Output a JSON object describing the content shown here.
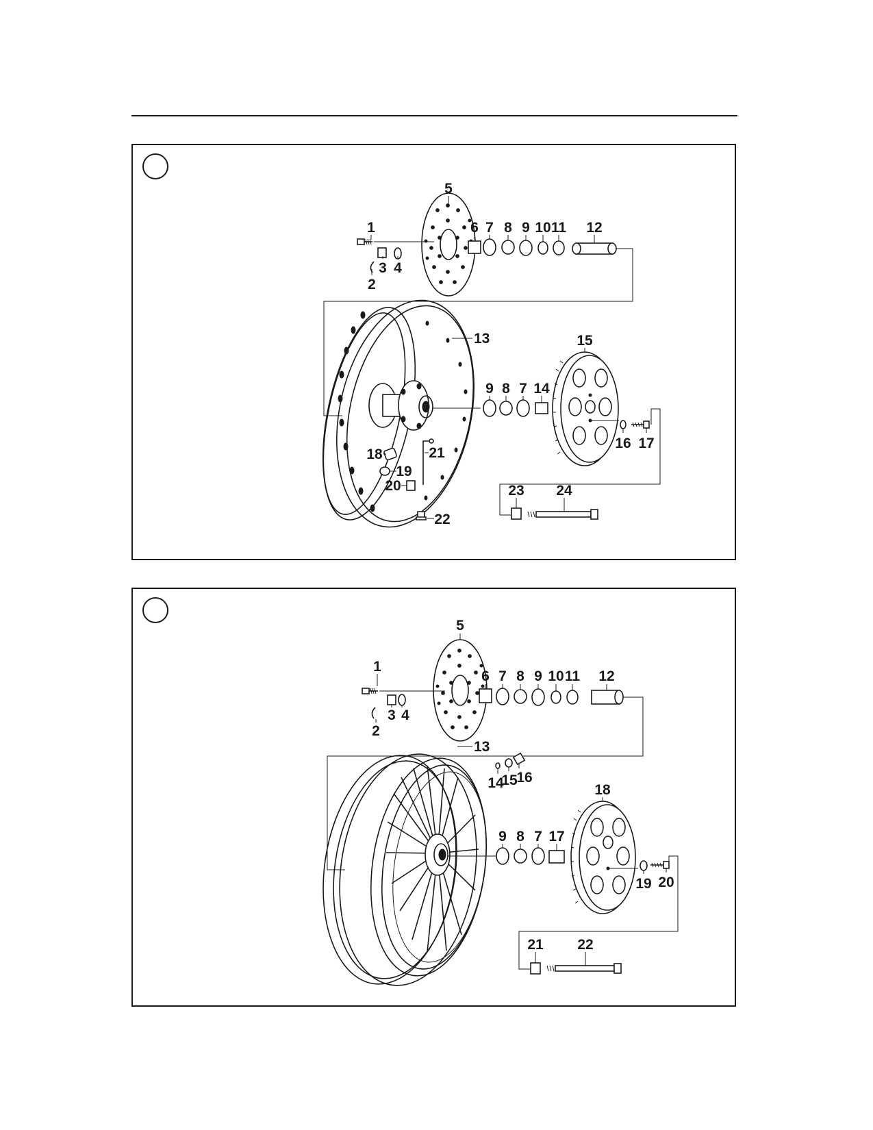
{
  "panels": [
    {
      "id": "a",
      "callouts": [
        "1",
        "2",
        "3",
        "4",
        "5",
        "6",
        "7",
        "8",
        "9",
        "10",
        "11",
        "12",
        "13",
        "9",
        "8",
        "7",
        "14",
        "15",
        "16",
        "17",
        "18",
        "19",
        "20",
        "21",
        "22",
        "23",
        "24"
      ]
    },
    {
      "id": "b",
      "callouts": [
        "1",
        "2",
        "3",
        "4",
        "5",
        "6",
        "7",
        "8",
        "9",
        "10",
        "11",
        "12",
        "13",
        "14",
        "15",
        "16",
        "18",
        "9",
        "8",
        "7",
        "17",
        "19",
        "20",
        "21",
        "22"
      ]
    }
  ]
}
